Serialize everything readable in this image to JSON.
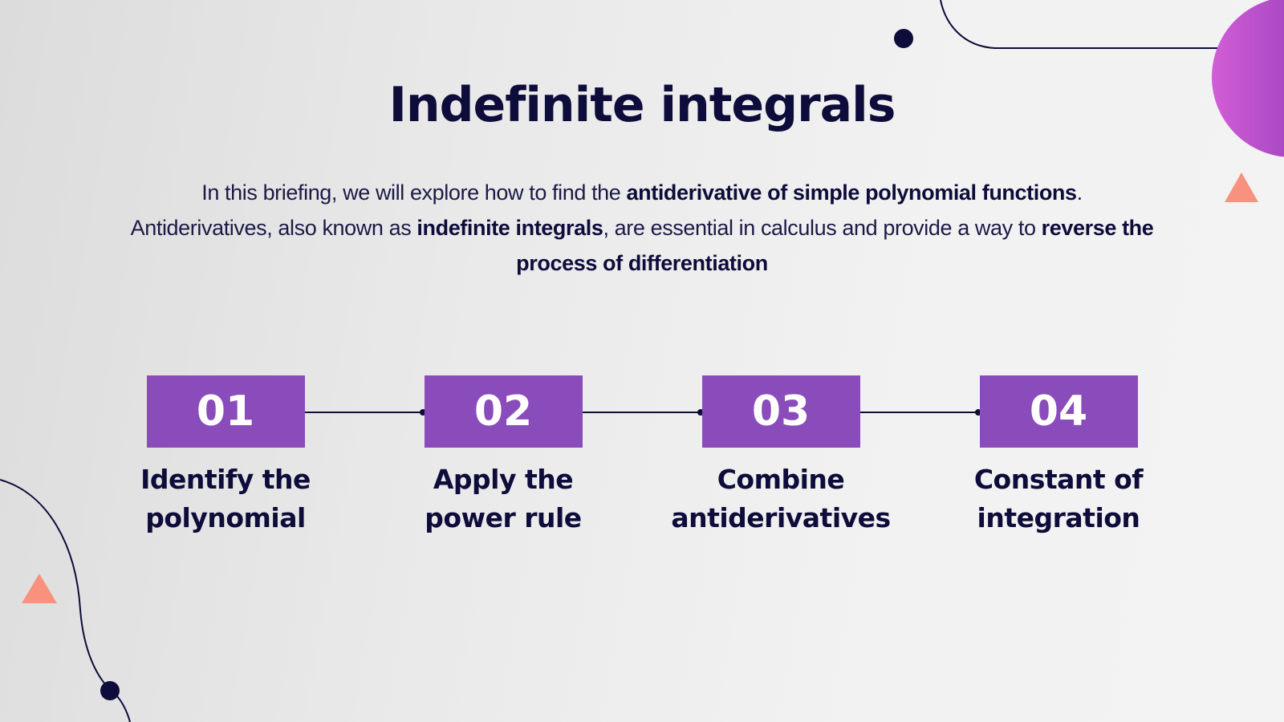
{
  "slide": {
    "title": "Indefinite integrals",
    "intro": {
      "line1_pre": "In this briefing, we will explore how to find the ",
      "line1_bold": "antiderivative of simple polynomial functions",
      "line1_post": ".",
      "line2_pre": "Antiderivatives, also known as ",
      "line2_bold": "indefinite integrals",
      "line2_mid": ", are essential in calculus and provide a way to ",
      "line2_bold2": "reverse the process of differentiation"
    },
    "steps": [
      {
        "number": "01",
        "label_line1": "Identify the",
        "label_line2": "polynomial"
      },
      {
        "number": "02",
        "label_line1": "Apply the",
        "label_line2": "power rule"
      },
      {
        "number": "03",
        "label_line1": "Combine",
        "label_line2": "antiderivatives"
      },
      {
        "number": "04",
        "label_line1": "Constant of",
        "label_line2": "integration"
      }
    ]
  },
  "colors": {
    "accent_purple": "#8a4cba",
    "navy": "#0d0c3a",
    "coral": "#f8917e",
    "background": "#eeeeee"
  },
  "icons": [
    "navy-dot-icon",
    "coral-triangle-icon",
    "purple-circle-icon"
  ]
}
